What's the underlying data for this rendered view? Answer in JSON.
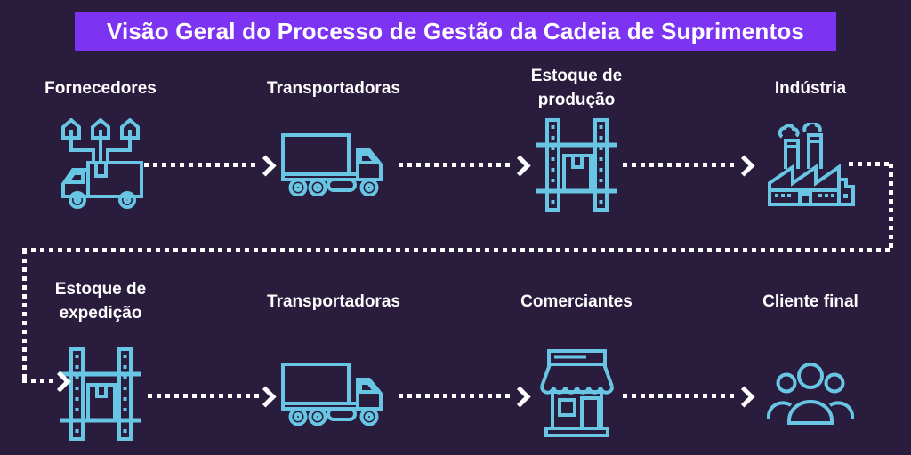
{
  "title": "Visão Geral do Processo de Gestão da Cadeia de Suprimentos",
  "colors": {
    "background": "#291c3d",
    "banner": "#7d33f2",
    "icon_stroke": "#68c6e4",
    "connector": "#ffffff",
    "text": "#ffffff"
  },
  "rows": [
    {
      "nodes": [
        {
          "label": "Fornecedores",
          "icon": "supplier-distribution-truck-icon"
        },
        {
          "label": "Transportadoras",
          "icon": "cargo-truck-icon"
        },
        {
          "label": "Estoque de produção",
          "icon": "warehouse-rack-icon"
        },
        {
          "label": "Indústria",
          "icon": "factory-icon"
        }
      ]
    },
    {
      "nodes": [
        {
          "label": "Estoque de expedição",
          "icon": "warehouse-rack-icon"
        },
        {
          "label": "Transportadoras",
          "icon": "cargo-truck-icon"
        },
        {
          "label": "Comerciantes",
          "icon": "storefront-icon"
        },
        {
          "label": "Cliente final",
          "icon": "customers-group-icon"
        }
      ]
    }
  ]
}
